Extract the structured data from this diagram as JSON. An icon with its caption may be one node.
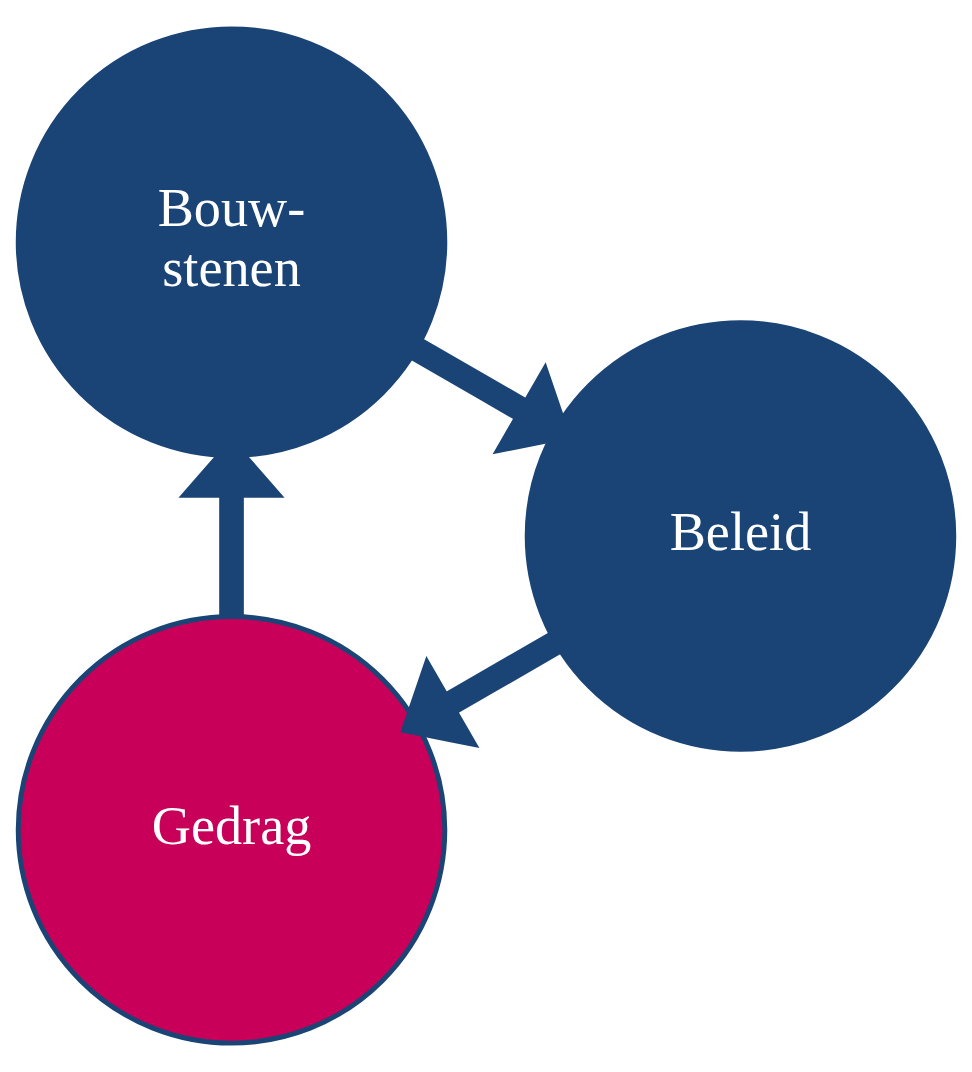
{
  "diagram": {
    "nodes": [
      {
        "text": [
          "Gedrag"
        ]
      },
      {
        "text": [
          "Bouw- stenen"
        ]
      },
      {
        "text": [
          "Beleid"
        ]
      }
    ],
    "edges": [
      {
        "from": 0,
        "to": 1,
        "arrow": "to"
      },
      {
        "from": 1,
        "to": 2,
        "arrow": "to"
      },
      {
        "from": 2,
        "to": 0,
        "arrow": "to"
      }
    ]
  }
}
